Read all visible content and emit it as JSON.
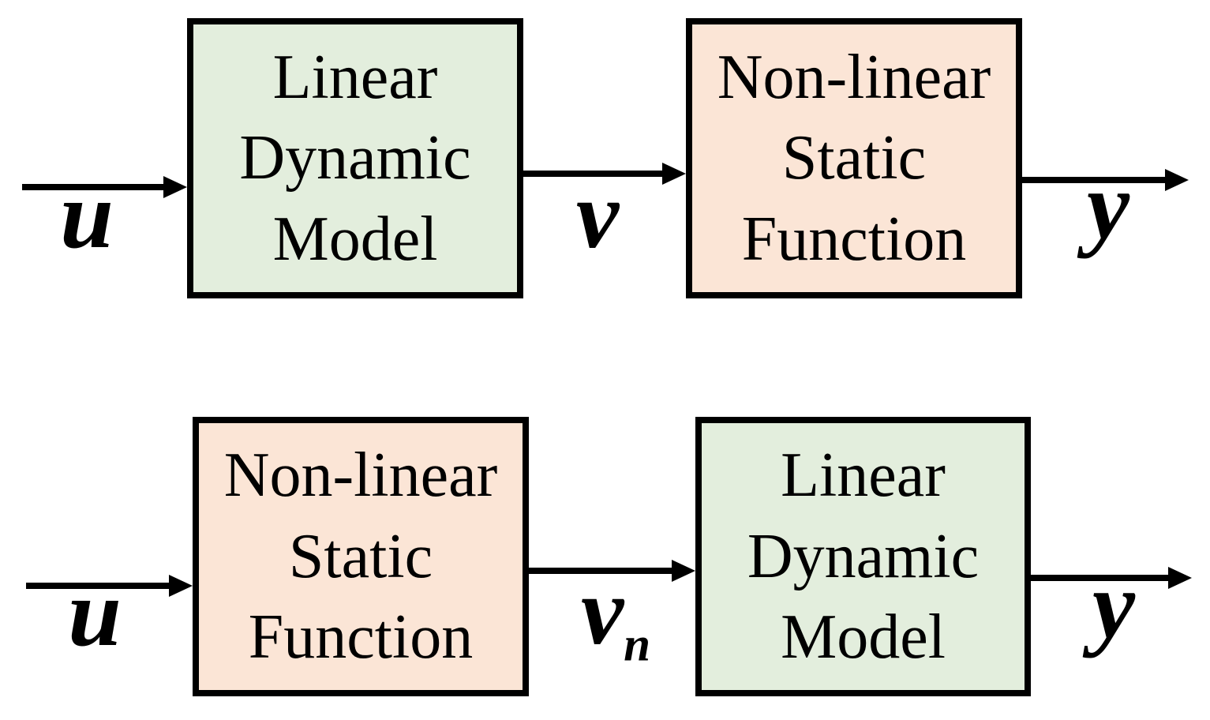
{
  "colors": {
    "linear_block_fill": "#e3eedd",
    "nonlinear_block_fill": "#fbe5d6",
    "border": "#000000",
    "background": "#ffffff"
  },
  "rows": [
    {
      "input_label": "u",
      "blocks": [
        {
          "kind": "linear",
          "lines": [
            "Linear",
            "Dynamic",
            "Model"
          ]
        },
        {
          "kind": "nonlinear",
          "lines": [
            "Non-linear",
            "Static",
            "Function"
          ]
        }
      ],
      "mid_label": {
        "base": "v",
        "sub": ""
      },
      "output_label": "y"
    },
    {
      "input_label": "u",
      "blocks": [
        {
          "kind": "nonlinear",
          "lines": [
            "Non-linear",
            "Static",
            "Function"
          ]
        },
        {
          "kind": "linear",
          "lines": [
            "Linear",
            "Dynamic",
            "Model"
          ]
        }
      ],
      "mid_label": {
        "base": "v",
        "sub": "n"
      },
      "output_label": "y"
    }
  ]
}
